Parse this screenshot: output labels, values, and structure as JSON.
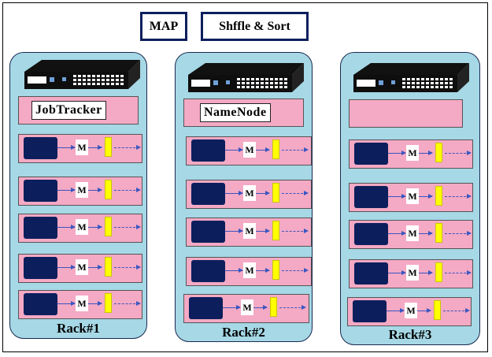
{
  "legend": {
    "map_label": "MAP",
    "shuffle_label": "Shffle & Sort"
  },
  "racks": [
    {
      "label": "Rack#1",
      "role": "JobTracker",
      "nodes": [
        "M",
        "M",
        "M",
        "M",
        "M"
      ]
    },
    {
      "label": "Rack#2",
      "role": "NameNode",
      "nodes": [
        "M",
        "M",
        "M",
        "M",
        "M"
      ]
    },
    {
      "label": "Rack#3",
      "role": "",
      "nodes": [
        "M",
        "M",
        "M",
        "M",
        "M"
      ]
    }
  ],
  "colors": {
    "rack_fill": "#a6d8e6",
    "node_fill": "#f4a9c4",
    "data_block": "#0c1f5c",
    "reduce_bar": "#ffff00",
    "arrow": "#3a56c0"
  },
  "icons": {
    "switch": "network-switch-icon"
  }
}
